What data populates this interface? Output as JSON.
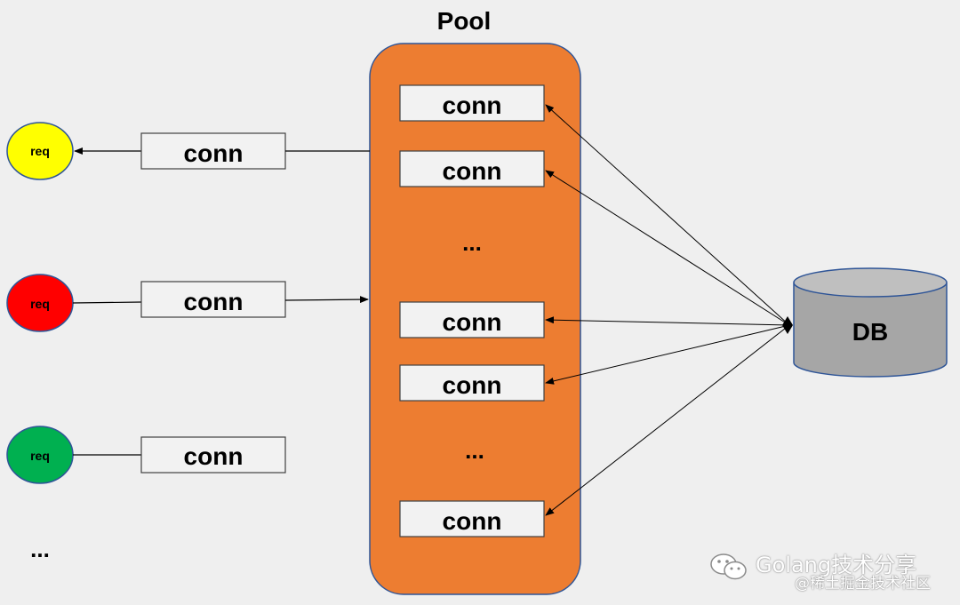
{
  "pool": {
    "title": "Pool",
    "conn_label": "conn",
    "ellipsis": "...",
    "color": "#ed7d31"
  },
  "requests": [
    {
      "label": "req",
      "color": "#ffff00",
      "conn_label": "conn"
    },
    {
      "label": "req",
      "color": "#ff0000",
      "conn_label": "conn"
    },
    {
      "label": "req",
      "color": "#00b050",
      "conn_label": "conn"
    }
  ],
  "requests_ellipsis": "...",
  "db": {
    "label": "DB",
    "color": "#a6a6a6"
  },
  "watermark": {
    "title": "Golang技术分享",
    "subtitle": "@稀土掘金技术社区"
  }
}
